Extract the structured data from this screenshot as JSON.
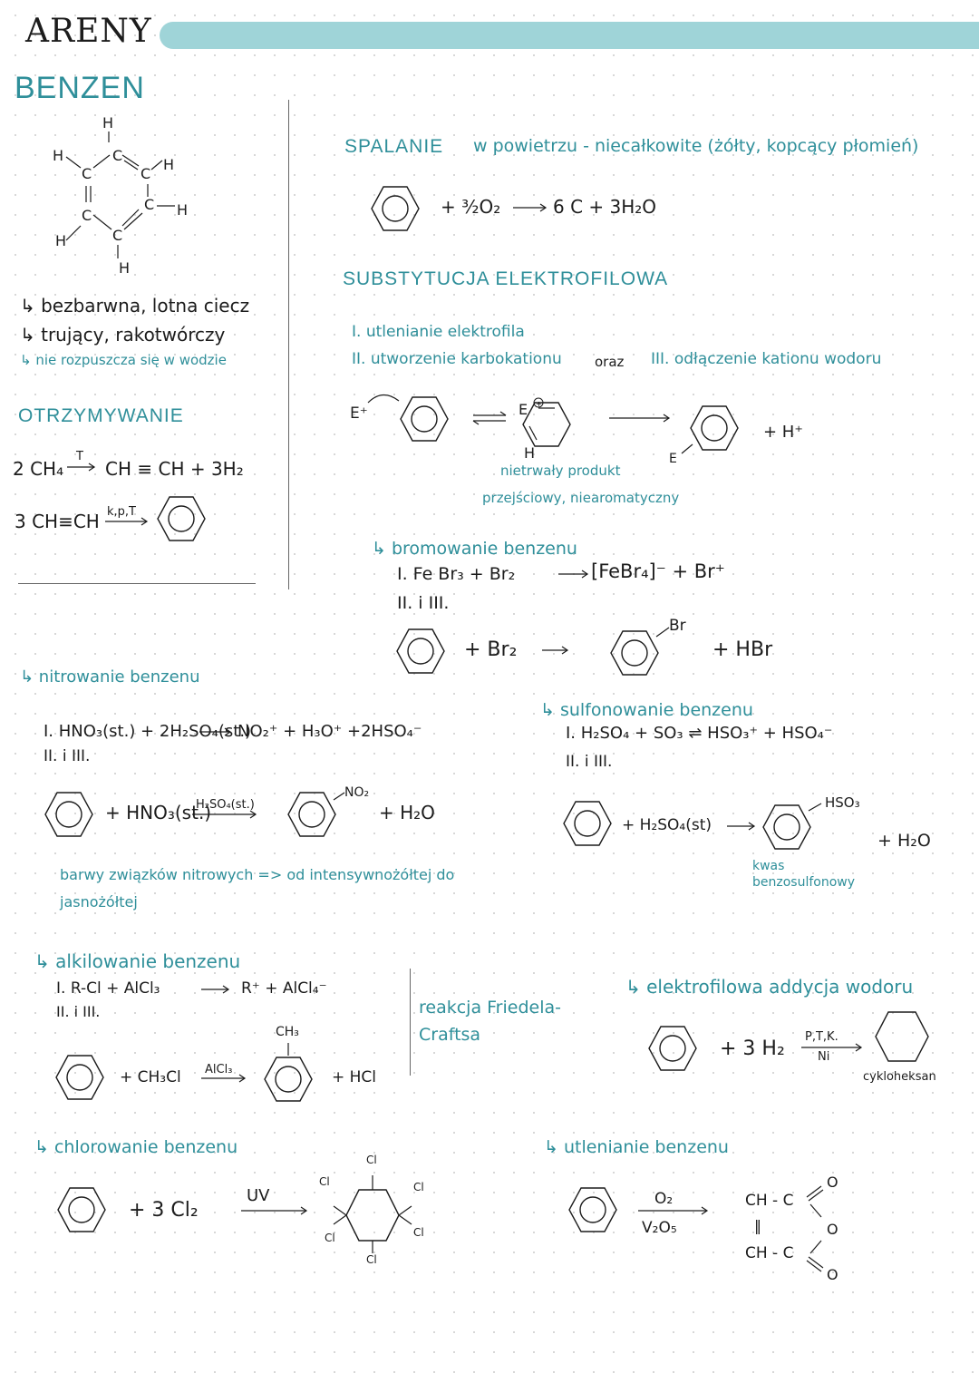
{
  "header": {
    "title": "ARENY",
    "subtitle": "BENZEN"
  },
  "properties": [
    "↳ bezbarwna, lotna ciecz",
    "↳ trujący, rakotwórczy",
    "↳ nie rozpuszcza się w wodzie"
  ],
  "otrzymywanie": {
    "heading": "OTRZYMYWANIE",
    "r1_left": "2 CH₄",
    "r1_cond": "T",
    "r1_right": "CH ≡ CH  + 3H₂",
    "r2_left": "3 CH≡CH",
    "r2_cond": "k,p,T"
  },
  "spalanie": {
    "heading": "SPALANIE",
    "note": "w powietrzu - niecałkowite (żółty, kopcący płomień)",
    "eq_mid": "+ ³⁄₂O₂",
    "eq_right": "6 C  + 3H₂O"
  },
  "substytucja": {
    "heading": "SUBSTYTUCJA ELEKTROFILOWA",
    "step1": "I. utlenianie elektrofila",
    "step2": "II. utworzenie karbokationu",
    "step2_and": "oraz",
    "step3": "III. odłączenie kationu wodoru",
    "e_plus": "E⁺",
    "label_e": "E",
    "label_h": "H",
    "label_e2": "E",
    "h_plus": "+ H⁺",
    "note1": "nietrwały produkt",
    "note2": "przejściowy, niearomatyczny"
  },
  "bromowanie": {
    "heading": "↳ bromowanie benzenu",
    "l1_left": "I. Fe Br₃ + Br₂",
    "l1_right": "[FeBr₄]⁻  + Br⁺",
    "l2": "II. i III.",
    "eq_mid": "+ Br₂",
    "sub": "Br",
    "eq_right": "+ HBr"
  },
  "nitrowanie": {
    "heading": "↳ nitrowanie benzenu",
    "l1_left": "I. HNO₃(st.) + 2H₂SO₄(st.)",
    "l1_right": "NO₂⁺ + H₃O⁺ +2HSO₄⁻",
    "l2": "II. i III.",
    "eq_mid": "+ HNO₃(st.)",
    "cond": "H₂SO₄(st.)",
    "sub": "NO₂",
    "eq_right": "+ H₂O",
    "note": "barwy związków nitrowych => od intensywnożółtej do jasnożółtej"
  },
  "sulfonowanie": {
    "heading": "↳ sulfonowanie benzenu",
    "l1": "I. H₂SO₄ + SO₃ ⇌ HSO₃⁺  + HSO₄⁻",
    "l2": "II. i III.",
    "eq_mid": "+ H₂SO₄(st)",
    "sub": "HSO₃",
    "eq_right": "+ H₂O",
    "product": "kwas benzosulfonowy"
  },
  "alkilowanie": {
    "heading": "↳ alkilowanie benzenu",
    "l1_left": "I. R-Cl + AlCl₃",
    "l1_right": "R⁺ + AlCl₄⁻",
    "l2": "II. i III.",
    "eq_mid": "+ CH₃Cl",
    "cond": "AlCl₃",
    "sub": "CH₃",
    "eq_right": "+ HCl",
    "reaction_label": "reakcja Friedela-Craftsa"
  },
  "addycja": {
    "heading": "↳ elektrofilowa addycja wodoru",
    "eq_mid": "+ 3 H₂",
    "cond_top": "P,T,K.",
    "cond_bottom": "Ni",
    "product": "cykloheksan"
  },
  "chlorowanie": {
    "heading": "↳ chlorowanie benzenu",
    "eq_mid": "+ 3 Cl₂",
    "cond": "UV",
    "cl": "Cl"
  },
  "utlenianie": {
    "heading": "↳ utlenianie benzenu",
    "cond_top": "O₂",
    "cond_bottom": "V₂O₅",
    "p_top": "CH - C",
    "p_bond": "‖",
    "p_bottom": "CH - C",
    "o": "O"
  }
}
